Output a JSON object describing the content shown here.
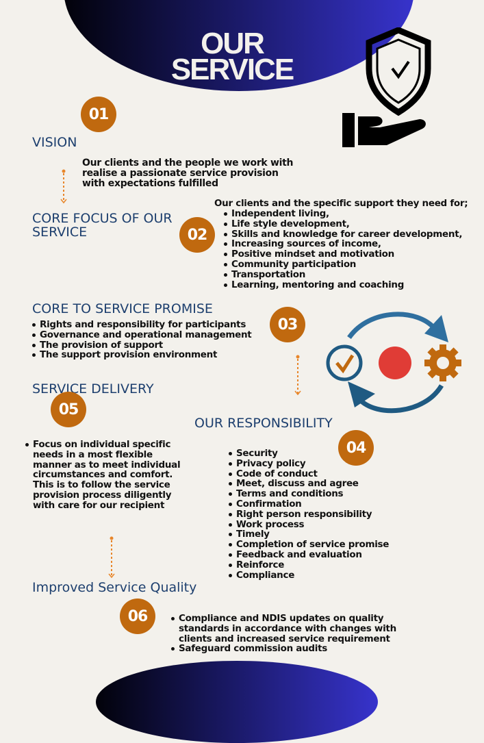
{
  "header": {
    "title_line1": "OUR",
    "title_line2": "SERVICE"
  },
  "vision": {
    "number": "01",
    "heading": "VISION",
    "text": [
      "Our clients and the people we work with",
      "realise a passionate service provision",
      "with expectations fulfilled"
    ]
  },
  "core_focus": {
    "number": "02",
    "heading_line1": "CORE FOCUS OF OUR",
    "heading_line2": "SERVICE",
    "intro": "Our clients and the specific support they need for;",
    "items": [
      "Independent living,",
      "Life style development,",
      "Skills and knowledge for career development,",
      "Increasing sources of income,",
      "Positive mindset and motivation",
      "Community participation",
      "Transportation",
      "Learning, mentoring and coaching"
    ]
  },
  "service_promise": {
    "number": "03",
    "heading": "CORE TO SERVICE PROMISE",
    "items": [
      "Rights and responsibility for participants",
      "Governance and operational management",
      "The provision of support",
      "The support provision environment"
    ]
  },
  "service_delivery": {
    "number": "05",
    "heading": "SERVICE DELIVERY",
    "items": [
      "Focus on individual specific needs  in a most flexible manner as to meet individual circumstances and comfort. This is to follow the service provision process diligently with care for our recipient"
    ]
  },
  "responsibility": {
    "number": "04",
    "heading": "OUR RESPONSIBILITY",
    "items": [
      "Security",
      "Privacy policy",
      "Code of conduct",
      "Meet, discuss and agree",
      "Terms and conditions",
      "Confirmation",
      "Right person responsibility",
      "Work process",
      "Timely",
      "Completion of service promise",
      "Feedback and evaluation",
      "Reinforce",
      "Compliance"
    ]
  },
  "quality": {
    "number": "06",
    "heading": "Improved Service Quality",
    "items": [
      "Compliance and NDIS updates on quality standards in accordance with changes with clients and increased service requirement",
      "Safeguard commission audits"
    ]
  },
  "colors": {
    "accent": "#c0690f",
    "heading": "#1d3f6e",
    "cycle_blue": "#2f6f9f",
    "red": "#e03c36"
  }
}
